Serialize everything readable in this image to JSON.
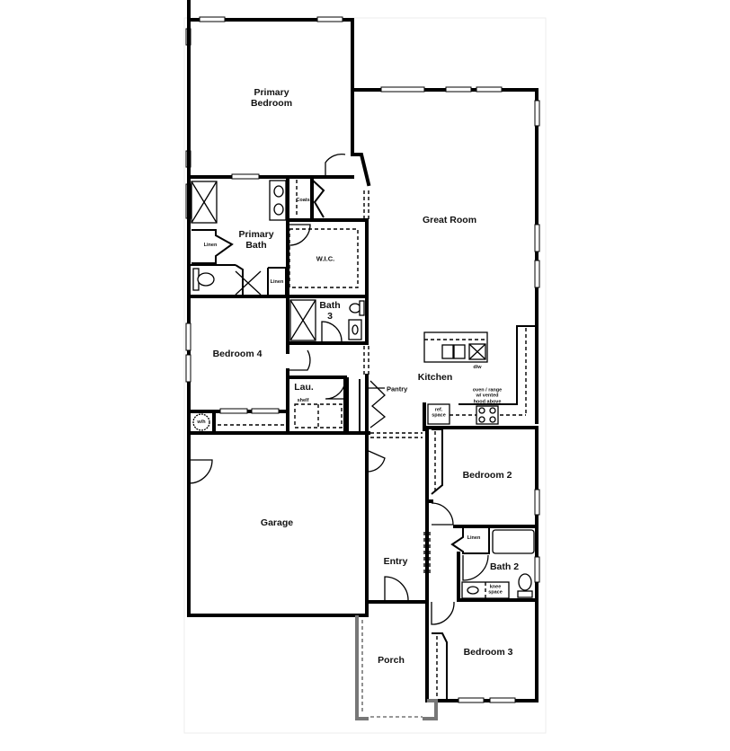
{
  "plan": {
    "type": "floor-plan",
    "colors": {
      "wall": "#000000",
      "background": "#ffffff",
      "porch_outline": "#777777"
    },
    "rooms": {
      "primary_bedroom": "Primary\nBedroom",
      "great_room": "Great Room",
      "primary_bath": "Primary\nBath",
      "coats": "Coats",
      "wic": "W.I.C.",
      "linen_primary_1": "Linen",
      "linen_primary_2": "Linen",
      "bath3": "Bath\n3",
      "bedroom4": "Bedroom 4",
      "laundry": "Lau.",
      "shelf": "shelf",
      "wh": "w/h",
      "pantry": "Pantry",
      "kitchen": "Kitchen",
      "dw": "d/w",
      "ref_space": "ref.\nspace",
      "oven": "oven / range\nw/ vented\nhood above",
      "bedroom2": "Bedroom 2",
      "linen_bath2": "Linen",
      "bath2": "Bath 2",
      "knee_space": "knee\nspace",
      "garage": "Garage",
      "entry": "Entry",
      "porch": "Porch",
      "bedroom3": "Bedroom 3"
    }
  }
}
